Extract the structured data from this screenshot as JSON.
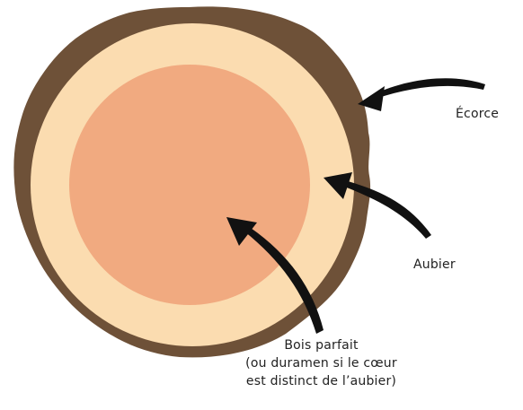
{
  "labels": {
    "ecorce": "Écorce",
    "aubier": "Aubier",
    "bois_parfait": [
      "Bois parfait",
      "(ou duramen si le cœur",
      "est distinct de l’aubier)"
    ]
  },
  "colors": {
    "bark": "#6e5138",
    "sapwood": "#fbdcb0",
    "heartwood": "#f1aa80",
    "arrow": "#111111",
    "text": "#222222"
  }
}
